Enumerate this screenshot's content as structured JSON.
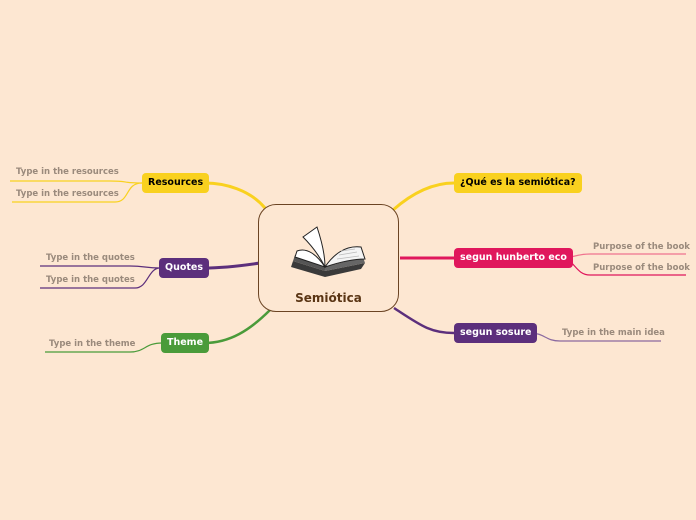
{
  "central": {
    "label": "Semiótica",
    "icon": "open-book-icon",
    "border_color": "#6b4423"
  },
  "background_color": "#fde7d2",
  "branches": {
    "resources": {
      "label": "Resources",
      "color": "#f9d11f",
      "text_color": "#000000",
      "children": [
        "Type in the resources",
        "Type in the resources"
      ]
    },
    "quotes": {
      "label": "Quotes",
      "color": "#5c2f7c",
      "text_color": "#ffffff",
      "children": [
        "Type in the quotes",
        "Type in the quotes"
      ]
    },
    "theme": {
      "label": "Theme",
      "color": "#4a9b3a",
      "text_color": "#ffffff",
      "children": [
        "Type in the theme"
      ]
    },
    "que_es": {
      "label": "¿Qué es la semiótica?",
      "color": "#f9d11f",
      "text_color": "#000000",
      "children": []
    },
    "hunberto": {
      "label": "segun hunberto eco",
      "color": "#e0175c",
      "text_color": "#ffffff",
      "children": [
        "Purpose of the book",
        "Purpose of the book"
      ]
    },
    "sosure": {
      "label": "segun sosure",
      "color": "#5c2f7c",
      "text_color": "#ffffff",
      "children": [
        "Type in the main idea"
      ]
    }
  }
}
